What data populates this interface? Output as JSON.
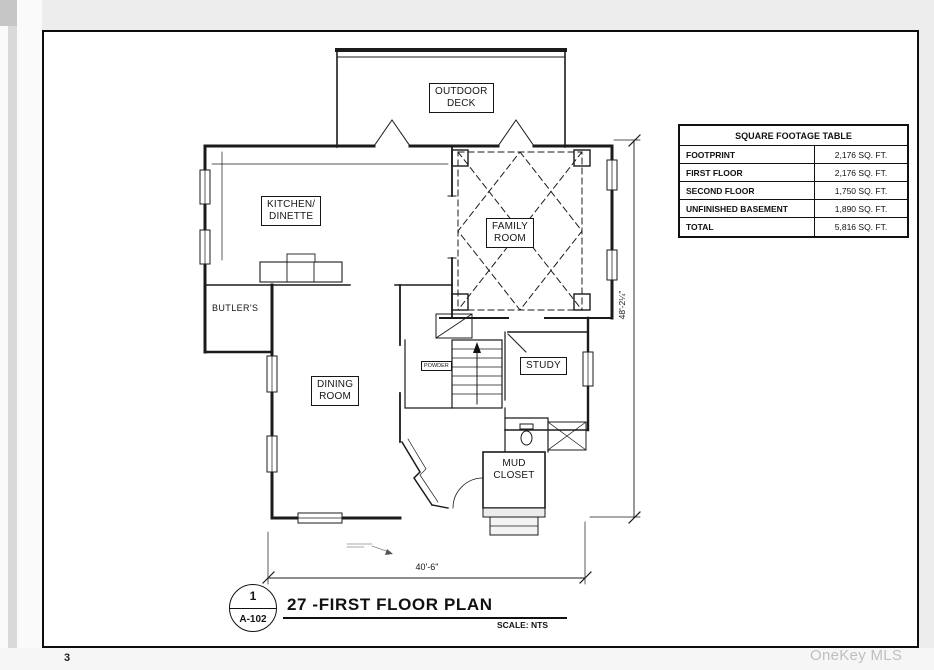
{
  "page": {
    "number": "3",
    "watermark": "OneKey MLS"
  },
  "sheet": {
    "labels": {
      "outdoor_deck": "OUTDOOR\nDECK",
      "kitchen": "KITCHEN/\nDINETTE",
      "family_room": "FAMILY\nROOM",
      "butlers": "BUTLER'S",
      "dining_room": "DINING\nROOM",
      "study": "STUDY",
      "powder": "POWDER",
      "mud_closet": "MUD\nCLOSET"
    },
    "dimensions": {
      "width": "40'-6\"",
      "height": "48'-2¼\""
    },
    "table": {
      "title": "SQUARE FOOTAGE TABLE",
      "rows": [
        {
          "label": "FOOTPRINT",
          "value": "2,176 SQ. FT."
        },
        {
          "label": "FIRST FLOOR",
          "value": "2,176 SQ. FT."
        },
        {
          "label": "SECOND FLOOR",
          "value": "1,750 SQ. FT."
        },
        {
          "label": "UNFINISHED BASEMENT",
          "value": "1,890 SQ. FT."
        },
        {
          "label": "TOTAL",
          "value": "5,816 SQ. FT."
        }
      ]
    },
    "title_block": {
      "detail_number": "1",
      "sheet_number": "A-102",
      "title": "27 -FIRST FLOOR  PLAN",
      "scale": "SCALE: NTS"
    }
  }
}
